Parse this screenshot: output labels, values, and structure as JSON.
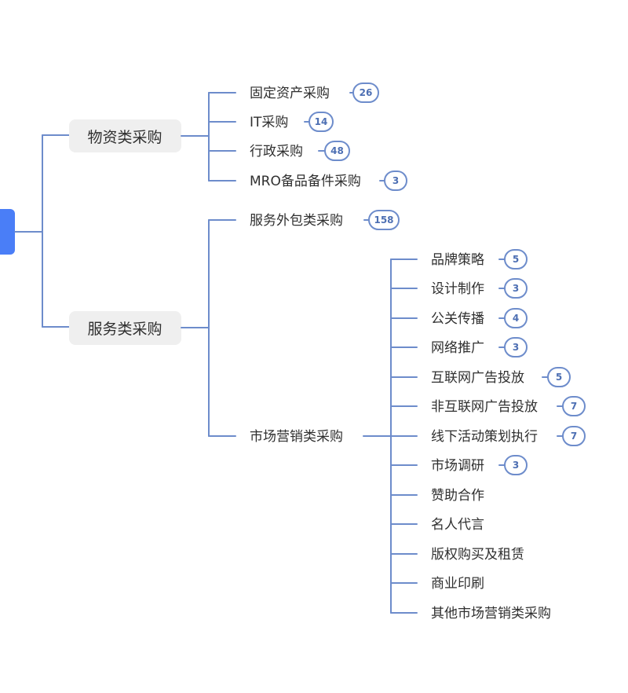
{
  "colors": {
    "line": "#6d8ccb",
    "root": "#4a7ef7",
    "category_bg": "#efefef",
    "text": "#2f2f2f",
    "badge_text": "#4d6fb3"
  },
  "categories": [
    {
      "label": "物资类采购",
      "items": [
        {
          "label": "固定资产采购",
          "count": "26"
        },
        {
          "label": "IT采购",
          "count": "14"
        },
        {
          "label": "行政采购",
          "count": "48"
        },
        {
          "label": "MRO备品备件采购",
          "count": "3"
        }
      ]
    },
    {
      "label": "服务类采购",
      "items": [
        {
          "label": "服务外包类采购",
          "count": "158"
        },
        {
          "label": "市场营销类采购",
          "children": [
            {
              "label": "品牌策略",
              "count": "5"
            },
            {
              "label": "设计制作",
              "count": "3"
            },
            {
              "label": "公关传播",
              "count": "4"
            },
            {
              "label": "网络推广",
              "count": "3"
            },
            {
              "label": "互联网广告投放",
              "count": "5"
            },
            {
              "label": "非互联网广告投放",
              "count": "7"
            },
            {
              "label": "线下活动策划执行",
              "count": "7"
            },
            {
              "label": "市场调研",
              "count": "3"
            },
            {
              "label": "赞助合作"
            },
            {
              "label": "名人代言"
            },
            {
              "label": "版权购买及租赁"
            },
            {
              "label": "商业印刷"
            },
            {
              "label": "其他市场营销类采购"
            }
          ]
        }
      ]
    }
  ]
}
